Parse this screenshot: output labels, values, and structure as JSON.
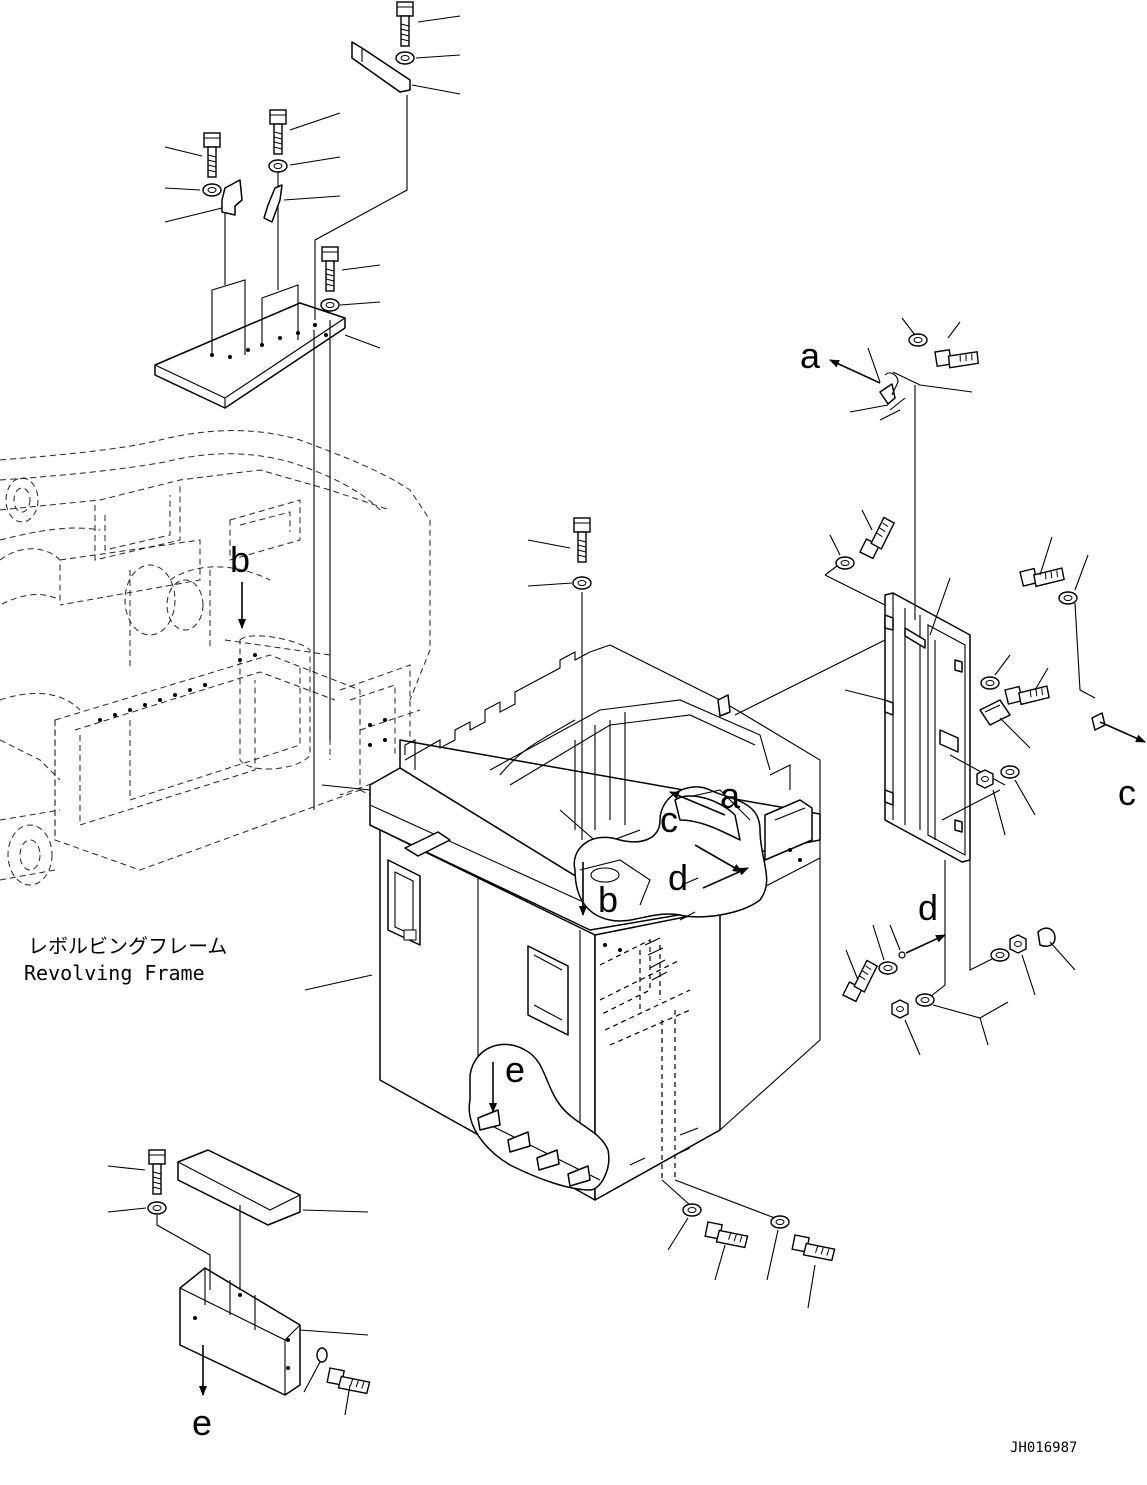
{
  "labels": {
    "frame_jp": "レボルビングフレーム",
    "frame_en": "Revolving Frame",
    "drawing_code": "JH016987"
  },
  "refs": {
    "a": "a",
    "b": "b",
    "c": "c",
    "d": "d",
    "e": "e"
  }
}
